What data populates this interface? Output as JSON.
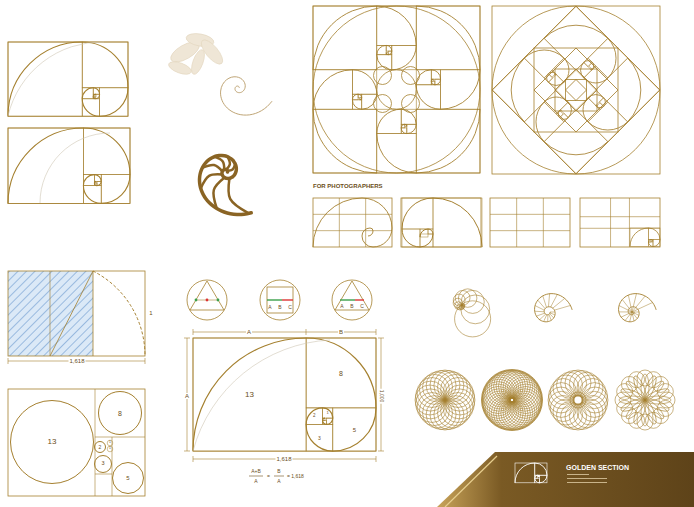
{
  "diagram": {
    "nodes": [
      {
        "text": [
          "13"
        ]
      },
      {
        "text": [
          "8"
        ]
      },
      {
        "text": [
          "5"
        ]
      },
      {
        "text": [
          "3"
        ]
      },
      {
        "text": [
          "2"
        ]
      },
      {
        "text": [
          "GOLDEN SECTION"
        ]
      }
    ],
    "labels": [
      "FOR PHOTOGRAPHERS",
      "1,618",
      "1",
      "A",
      "B",
      "C",
      "A",
      "B",
      "C",
      "A",
      "B",
      "A",
      "13",
      "8",
      "5",
      "3",
      "2",
      "1",
      "1,000",
      "1,618",
      "A+B",
      "A",
      "=",
      "B",
      "A",
      "= 1,618",
      "1",
      "1"
    ]
  }
}
